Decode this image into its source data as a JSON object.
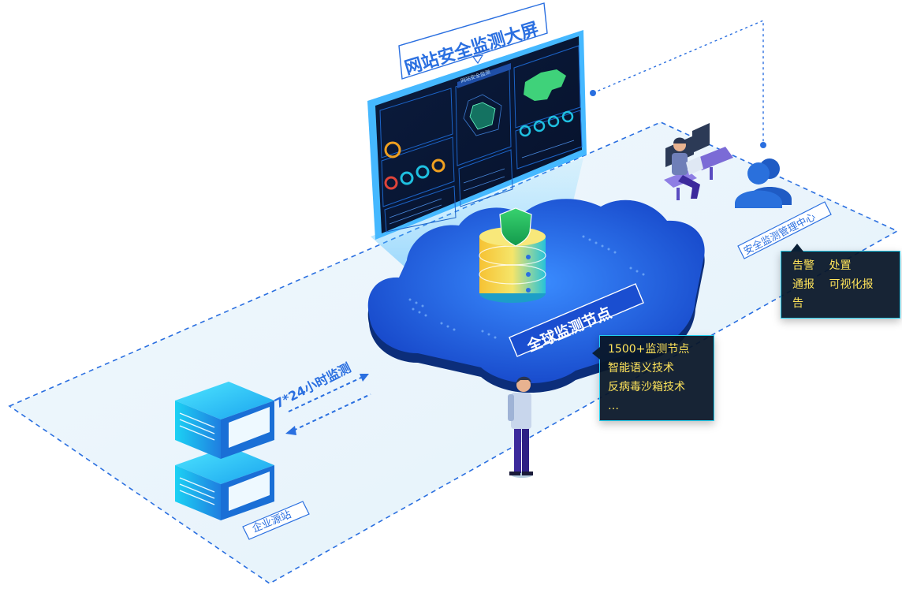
{
  "screen_title": "网站安全监测大屏",
  "dashboard_header": "网站安全监测",
  "cloud_label": "全球监测节点",
  "monitor_label": "7*24小时监测",
  "enterprise_label": "企业源站",
  "center_label": "安全监测管理中心",
  "features_box": {
    "lines": [
      "1500+监测节点",
      "智能语义技术",
      "反病毒沙箱技术",
      "…"
    ]
  },
  "actions_box": {
    "row1": [
      "告警",
      "处置"
    ],
    "row2": [
      "通报",
      "可视化报告"
    ]
  },
  "colors": {
    "accent_blue": "#2a6fe0",
    "cloud_blue": "#1f64e6",
    "highlight_yellow": "#ffe45a",
    "box_border": "#22d0f0",
    "box_bg": "#081628"
  }
}
